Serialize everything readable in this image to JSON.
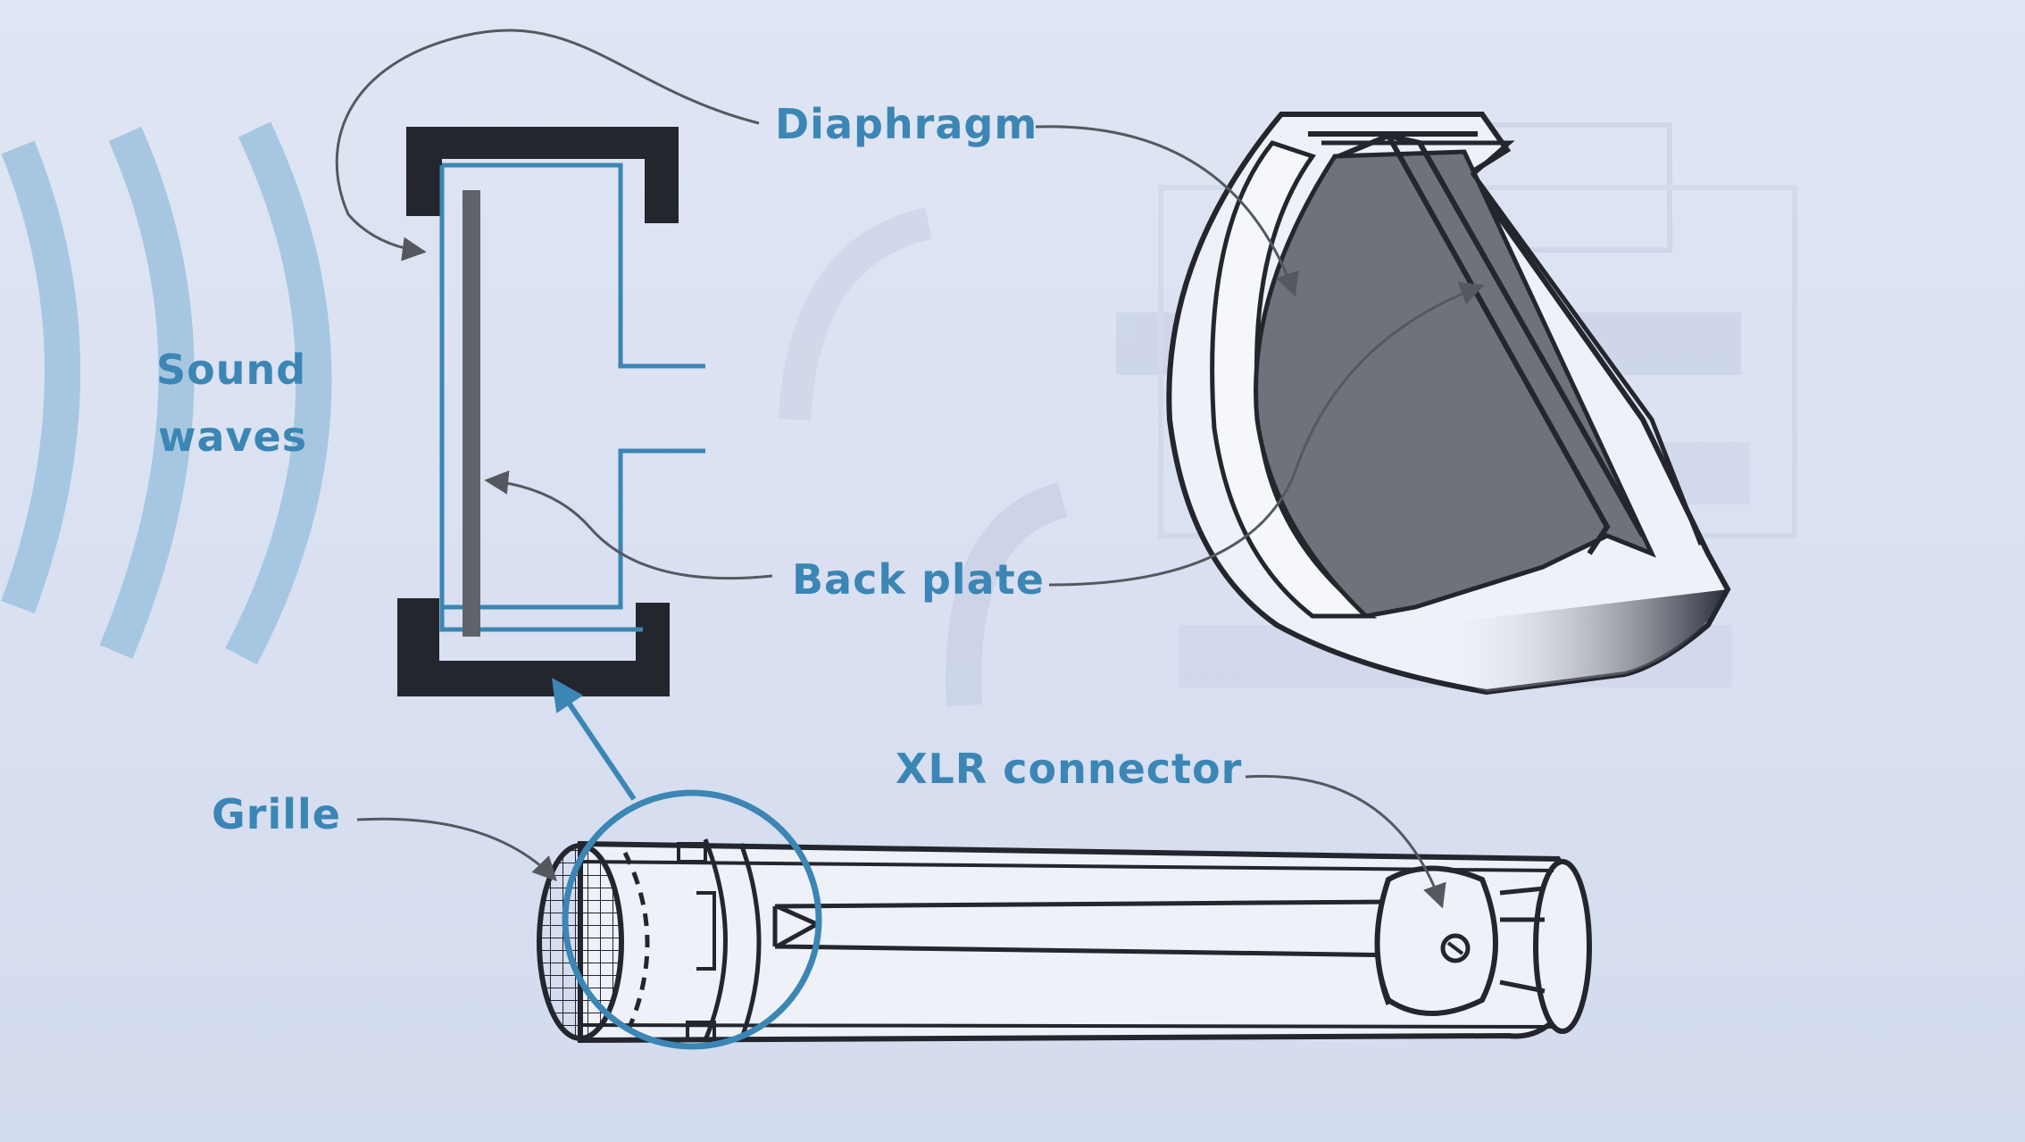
{
  "labels": {
    "sound_waves_line1": "Sound",
    "sound_waves_line2": "waves",
    "diaphragm": "Diaphragm",
    "back_plate": "Back plate",
    "grille": "Grille",
    "xlr_connector": "XLR connector"
  },
  "colors": {
    "background": "#dbe2f2",
    "accent_blue": "#3b86b4",
    "wave_blue": "#9ec3df",
    "outline": "#23262d",
    "fill_dark": "#6e727a"
  }
}
